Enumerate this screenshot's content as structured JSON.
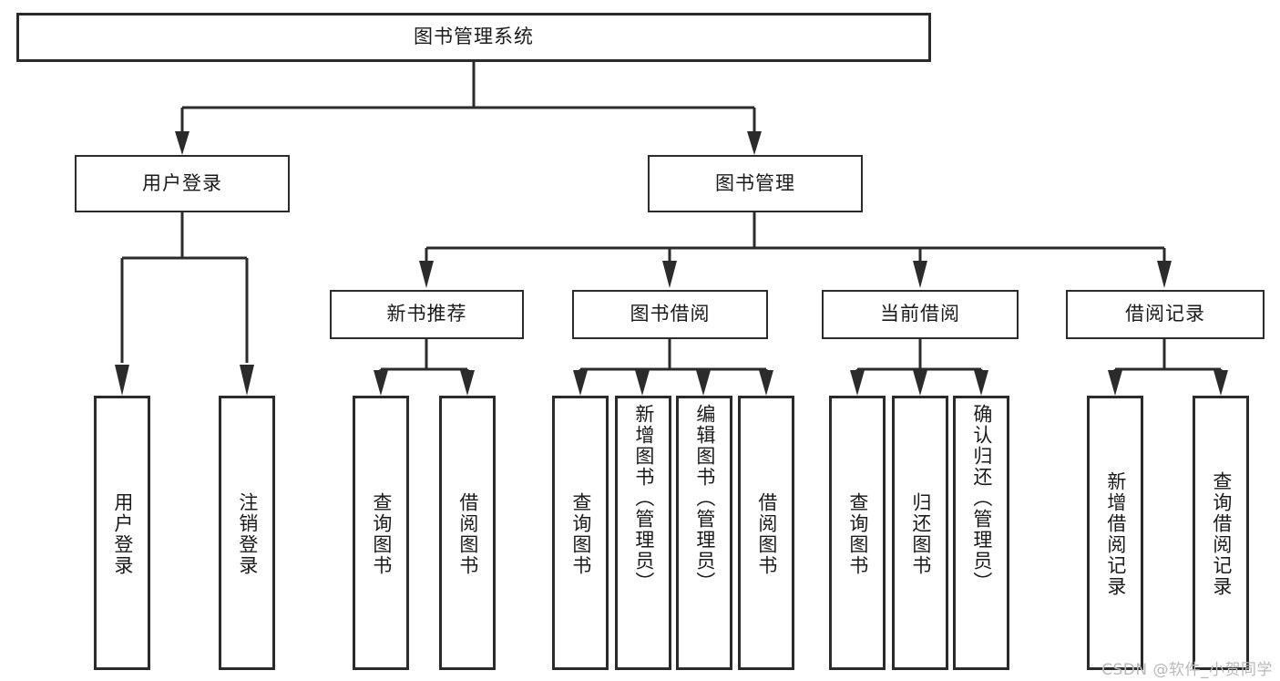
{
  "diagram": {
    "type": "tree",
    "title": "图书管理系统",
    "watermark": "CSDN @软件_小贺同学",
    "colors": {
      "stroke": "#2b2b2b",
      "background": "#ffffff",
      "text": "#1a1a1a",
      "watermark": "#b9b9b9"
    },
    "nodes": {
      "root": {
        "label": "图书管理系统"
      },
      "level2": [
        {
          "label": "用户登录"
        },
        {
          "label": "图书管理"
        }
      ],
      "level3": [
        {
          "label": "新书推荐"
        },
        {
          "label": "图书借阅"
        },
        {
          "label": "当前借阅"
        },
        {
          "label": "借阅记录"
        }
      ],
      "leaves": [
        {
          "label": "用户登录",
          "parent": "用户登录"
        },
        {
          "label": "注销登录",
          "parent": "用户登录"
        },
        {
          "label": "查询图书",
          "parent": "新书推荐"
        },
        {
          "label": "借阅图书",
          "parent": "新书推荐"
        },
        {
          "label": "查询图书",
          "parent": "图书借阅"
        },
        {
          "label": "新增图书（管理员）",
          "parent": "图书借阅"
        },
        {
          "label": "编辑图书（管理员）",
          "parent": "图书借阅"
        },
        {
          "label": "借阅图书",
          "parent": "图书借阅"
        },
        {
          "label": "查询图书",
          "parent": "当前借阅"
        },
        {
          "label": "归还图书",
          "parent": "当前借阅"
        },
        {
          "label": "确认归还（管理员）",
          "parent": "当前借阅"
        },
        {
          "label": "新增借阅记录",
          "parent": "借阅记录"
        },
        {
          "label": "查询借阅记录",
          "parent": "借阅记录"
        }
      ]
    }
  }
}
